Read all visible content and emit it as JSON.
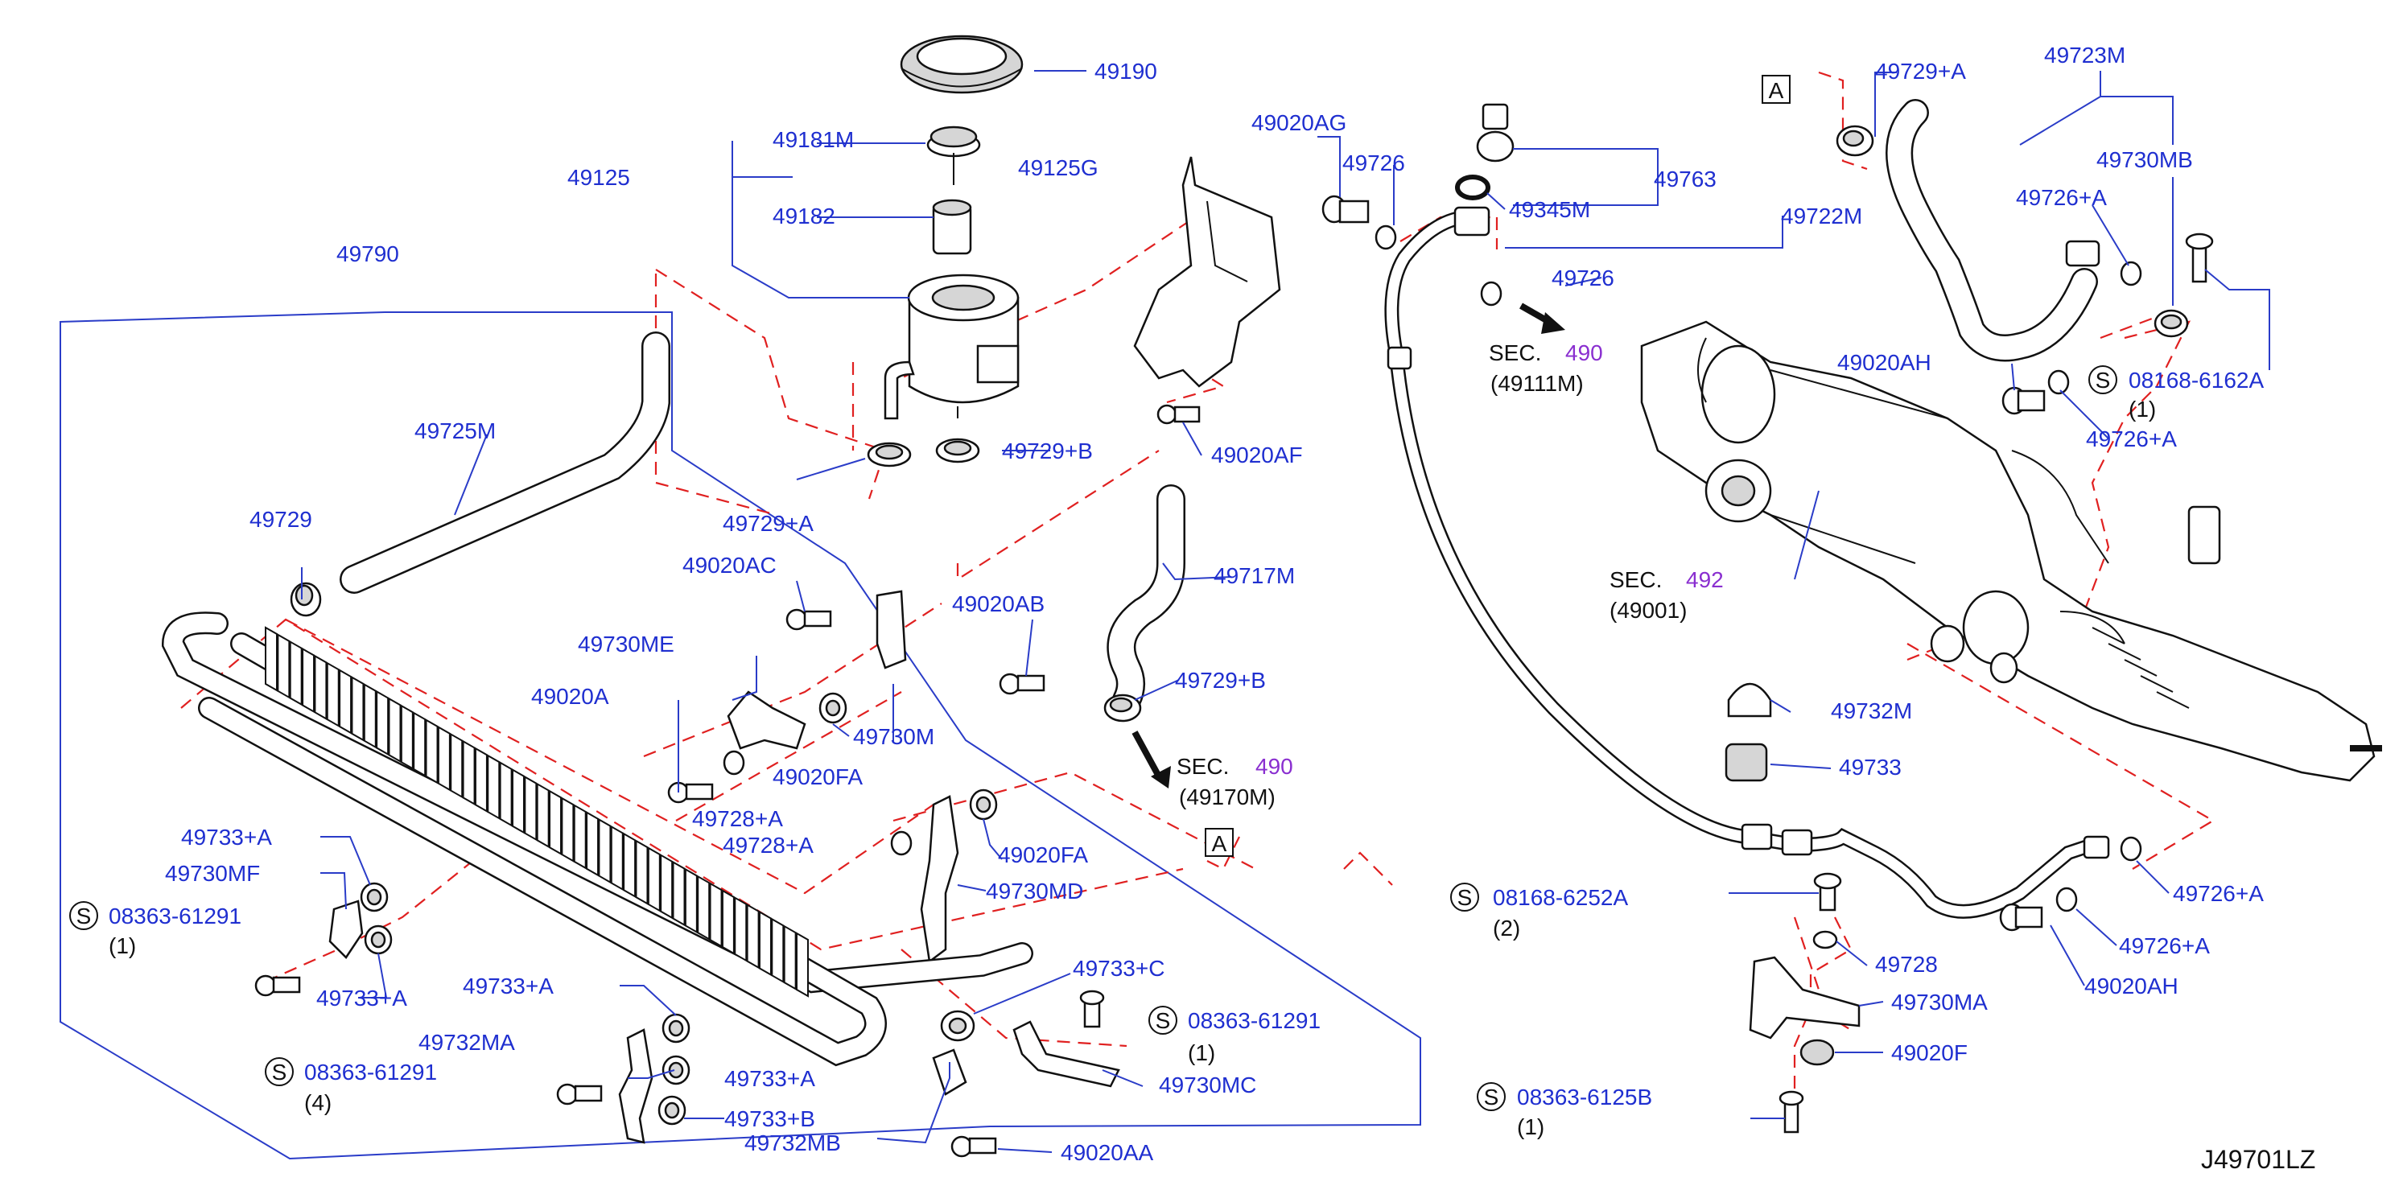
{
  "parts": {
    "p49190": "49190",
    "p49181M": "49181M",
    "p49125": "49125",
    "p49182": "49182",
    "p49125G": "49125G",
    "p49790": "49790",
    "p49725M": "49725M",
    "p49729": "49729",
    "p49729A_top": "49729+A",
    "p49729B_top": "49729+B",
    "p49020AF": "49020AF",
    "p49020AC": "49020AC",
    "p49717M": "49717M",
    "p49730ME": "49730ME",
    "p49020AB": "49020AB",
    "p49020A": "49020A",
    "p49730M": "49730M",
    "p49729B_mid": "49729+B",
    "p49020FA_1": "49020FA",
    "p49728A_1": "49728+A",
    "p49728A_2": "49728+A",
    "p49020FA_2": "49020FA",
    "p49730MD": "49730MD",
    "p49733A_1": "49733+A",
    "p49730MF": "49730MF",
    "p49733A_2": "49733+A",
    "p49733A_3": "49733+A",
    "p49733A_4": "49733+A",
    "p49732MA": "49732MA",
    "p49733B": "49733+B",
    "p49732MB": "49732MB",
    "p49733C": "49733+C",
    "p49730MC": "49730MC",
    "p49020AA": "49020AA",
    "p49020AG": "49020AG",
    "p49726_a": "49726",
    "p49726_b": "49726",
    "p49763": "49763",
    "p49345M": "49345M",
    "p49722M": "49722M",
    "p49729A_right": "49729+A",
    "p49723M": "49723M",
    "p49730MB": "49730MB",
    "p49726A_1": "49726+A",
    "p49020AH_1": "49020AH",
    "p49726A_2": "49726+A",
    "p49732M": "49732M",
    "p49733": "49733",
    "p49726A_3": "49726+A",
    "p49726A_4": "49726+A",
    "p49020AH_2": "49020AH",
    "p49728": "49728",
    "p49730MA": "49730MA",
    "p49020F": "49020F"
  },
  "bolts": {
    "b08363_1": {
      "num": "08363-61291",
      "qty": "(1)"
    },
    "b08363_4": {
      "num": "08363-61291",
      "qty": "(4)"
    },
    "b08363_c": {
      "num": "08363-61291",
      "qty": "(1)"
    },
    "b08168_2": {
      "num": "08168-6252A",
      "qty": "(2)"
    },
    "b08363_6125B": {
      "num": "08363-6125B",
      "qty": "(1)"
    },
    "b08168_1": {
      "num": "08168-6162A",
      "qty": "(1)"
    }
  },
  "s_marker": "S",
  "refs": {
    "ref_A": "A",
    "sec490_a": {
      "label": "SEC.",
      "num": "490",
      "code": "(49111M)"
    },
    "sec490_b": {
      "label": "SEC.",
      "num": "490",
      "code": "(49170M)"
    },
    "sec492": {
      "label": "SEC.",
      "num": "492",
      "code": "(49001)"
    }
  },
  "diagram_code": "J49701LZ",
  "colors": {
    "label": "#1f2fd0",
    "section_number": "#8a2fd0",
    "dashed_line": "#e02020",
    "leader": "#2a3cc8"
  }
}
